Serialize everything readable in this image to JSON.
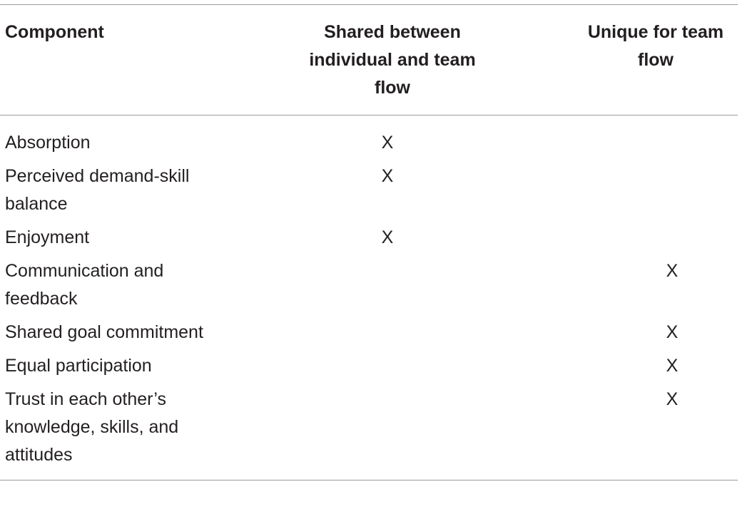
{
  "table": {
    "headers": {
      "component": "Component",
      "shared": "Shared between individual and team flow",
      "unique": "Unique for team flow"
    },
    "rows": [
      {
        "component": "Absorption",
        "shared": "X",
        "unique": ""
      },
      {
        "component": "Perceived demand-skill balance",
        "shared": "X",
        "unique": ""
      },
      {
        "component": "Enjoyment",
        "shared": "X",
        "unique": ""
      },
      {
        "component": "Communication and feedback",
        "shared": "",
        "unique": "X"
      },
      {
        "component": "Shared goal commitment",
        "shared": "",
        "unique": "X"
      },
      {
        "component": "Equal participation",
        "shared": "",
        "unique": "X"
      },
      {
        "component": "Trust in each other’s knowledge, skills, and attitudes",
        "shared": "",
        "unique": "X"
      }
    ]
  }
}
